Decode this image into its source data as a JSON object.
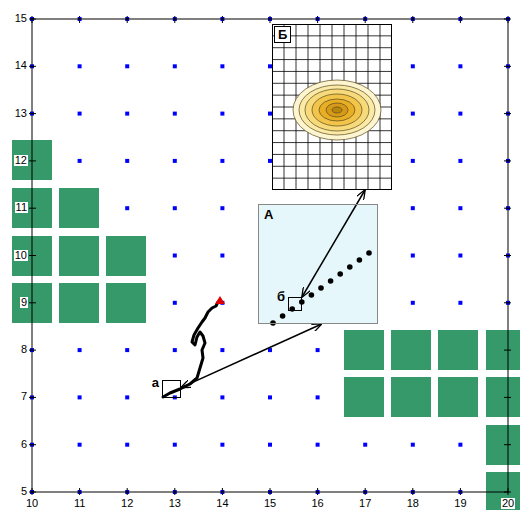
{
  "diagram": {
    "nodes": [
      {
        "text": [
          "Б"
        ]
      },
      {
        "text": [
          "А"
        ]
      },
      {
        "text": [
          "б"
        ],
        "in": 1
      },
      {
        "text": [
          "а"
        ]
      }
    ],
    "edges": [
      {
        "from": 3,
        "to": 1,
        "arrow": "both"
      },
      {
        "from": 2,
        "to": 0,
        "arrow": "both"
      }
    ],
    "labels": [
      "15",
      "14",
      "13",
      "12",
      "11",
      "10",
      "9",
      "8",
      "7",
      "6",
      "5",
      "10",
      "11",
      "12",
      "13",
      "14",
      "15",
      "16",
      "17",
      "18",
      "19",
      "20"
    ]
  }
}
